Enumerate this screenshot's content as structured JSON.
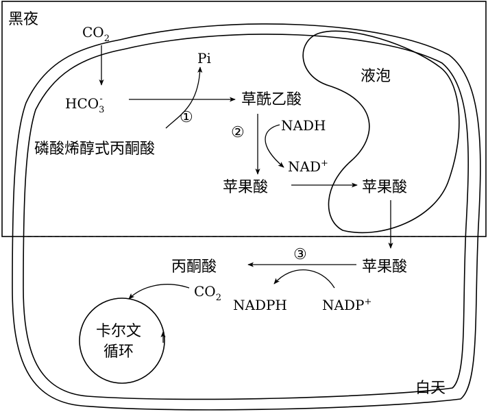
{
  "labels": {
    "night": "黑夜",
    "day": "白天",
    "vacuole": "液泡",
    "calvin_line1": "卡尔文",
    "calvin_line2": "循环"
  },
  "molecules": {
    "co2_top": "CO",
    "co2_top_sub": "2",
    "pi": "Pi",
    "hco3": "HCO",
    "hco3_sub": "3",
    "hco3_sup": "-",
    "pep": "磷酸烯醇式丙酮酸",
    "oxaloacetate": "草酰乙酸",
    "nadh": "NADH",
    "nad": "NAD",
    "nad_sup": "+",
    "malate_cyto": "苹果酸",
    "malate_vacuole": "苹果酸",
    "malate_day": "苹果酸",
    "pyruvate": "丙酮酸",
    "co2_day": "CO",
    "co2_day_sub": "2",
    "nadph": "NADPH",
    "nadp": "NADP",
    "nadp_sup": "+"
  },
  "steps": {
    "step1": "①",
    "step2": "②",
    "step3": "③"
  }
}
